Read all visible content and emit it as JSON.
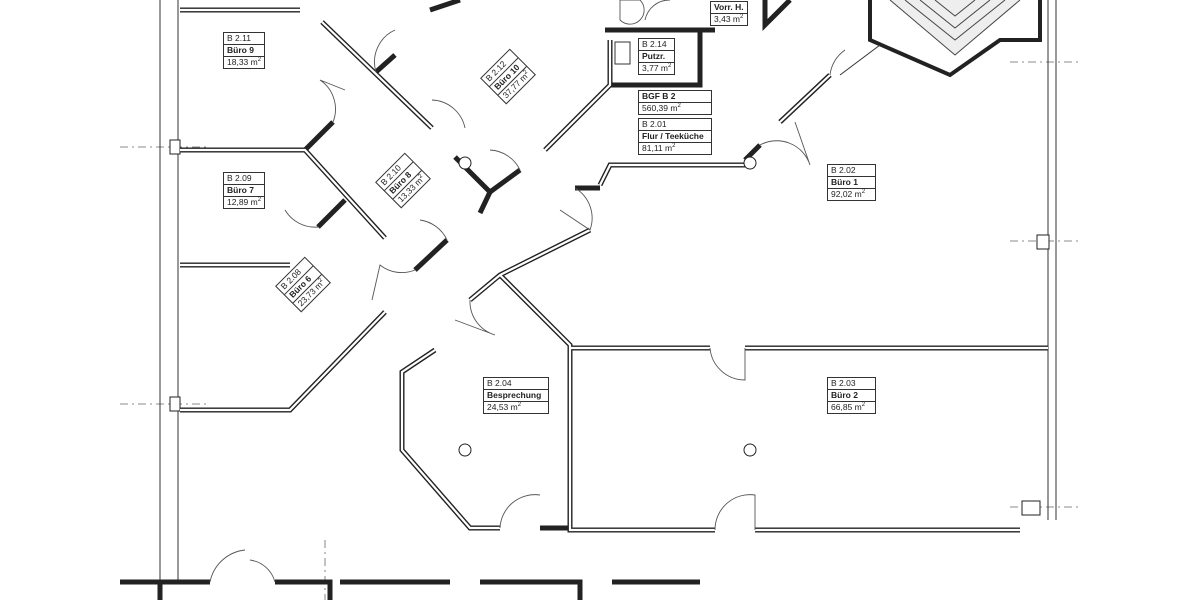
{
  "rooms": [
    {
      "id": "B 2.11",
      "name": "Büro 9",
      "area": "18,33 m",
      "unit": "2"
    },
    {
      "id": "B 2.12",
      "name": "Büro 10",
      "area": "37,77 m",
      "unit": "2"
    },
    {
      "id": "B 2.14",
      "name": "Putzr.",
      "area": "3,77 m",
      "unit": "2"
    },
    {
      "id": "",
      "name": "Vorr. H.",
      "area": "3,43 m",
      "unit": "2"
    },
    {
      "id": "B 2.10",
      "name": "Büro 8",
      "area": "13,33 m",
      "unit": "2"
    },
    {
      "id": "B 2.09",
      "name": "Büro 7",
      "area": "12,89 m",
      "unit": "2"
    },
    {
      "id": "B 2.08",
      "name": "Büro 6",
      "area": "23,73 m",
      "unit": "2"
    },
    {
      "id": "B 2.01",
      "name": "Flur / Teeküche",
      "area": "81,11 m",
      "unit": "2"
    },
    {
      "id": "B 2.02",
      "name": "Büro 1",
      "area": "92,02 m",
      "unit": "2"
    },
    {
      "id": "B 2.04",
      "name": "Besprechung",
      "area": "24,53 m",
      "unit": "2"
    },
    {
      "id": "B 2.03",
      "name": "Büro 2",
      "area": "66,85 m",
      "unit": "2"
    }
  ],
  "summary": {
    "name": "BGF B 2",
    "area": "560,39 m",
    "unit": "2"
  }
}
